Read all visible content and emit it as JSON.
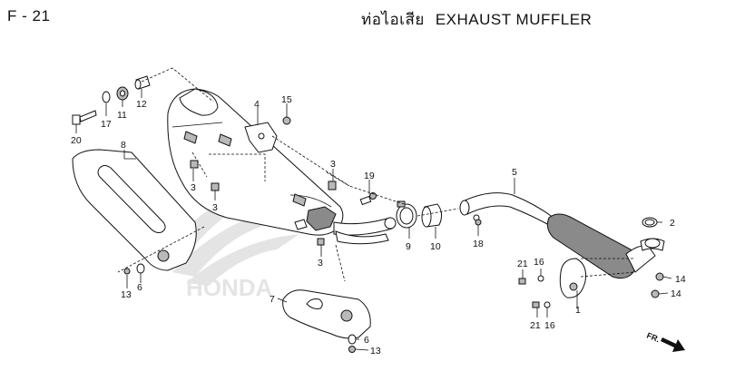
{
  "header": {
    "page_code": "F - 21",
    "title_thai": "ท่อไอเสีย",
    "title_en": "EXHAUST MUFFLER"
  },
  "watermark": {
    "text": "HONDA"
  },
  "callouts": {
    "c1": "1",
    "c2": "2",
    "c3a": "3",
    "c3b": "3",
    "c3c": "3",
    "c3d": "3",
    "c4": "4",
    "c5": "5",
    "c6a": "6",
    "c6b": "6",
    "c7": "7",
    "c8": "8",
    "c9": "9",
    "c10": "10",
    "c11": "11",
    "c12": "12",
    "c13a": "13",
    "c13b": "13",
    "c14a": "14",
    "c14b": "14",
    "c15": "15",
    "c16a": "16",
    "c16b": "16",
    "c17": "17",
    "c18": "18",
    "c19": "19",
    "c20": "20",
    "c21a": "21",
    "c21b": "21"
  },
  "direction": {
    "label": "FR."
  }
}
